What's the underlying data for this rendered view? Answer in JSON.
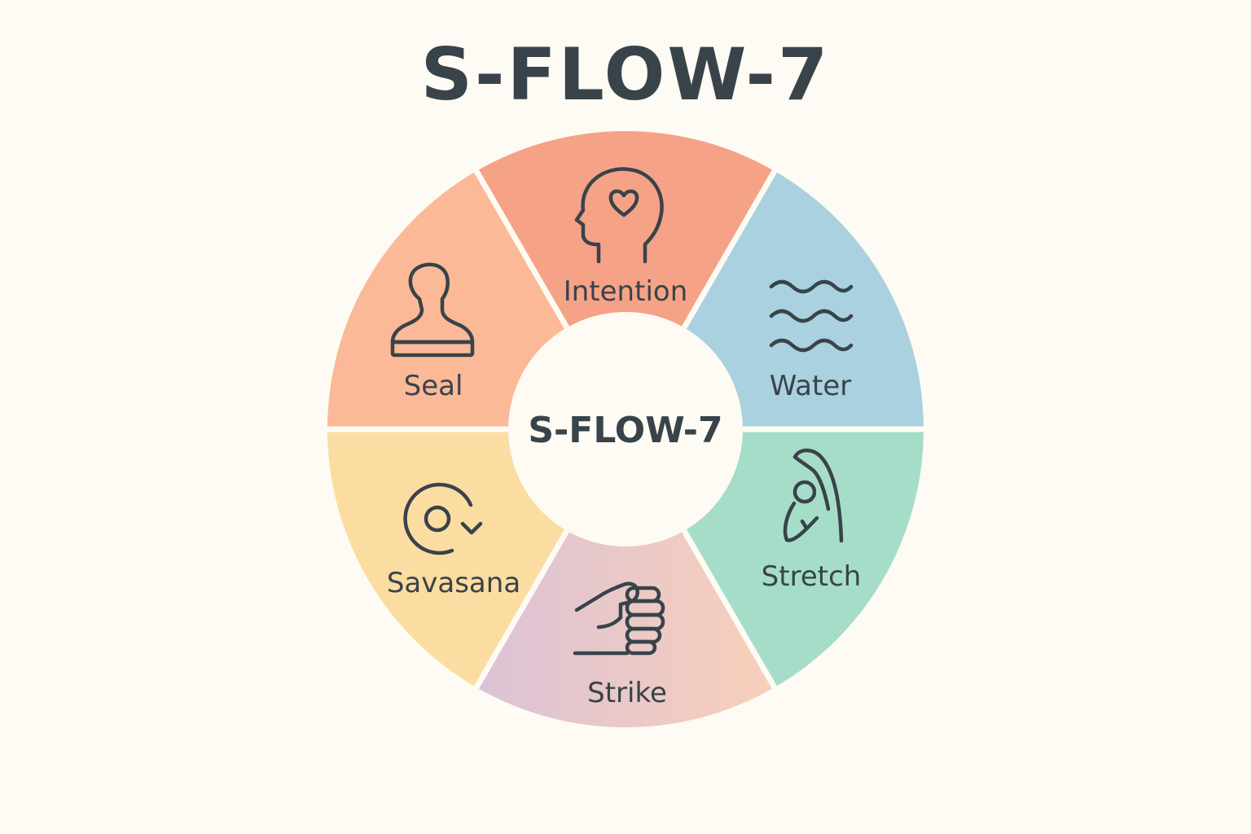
{
  "title": "S-FLOW-7",
  "hub_label": "S-FLOW-7",
  "segments": [
    {
      "label": "Intention",
      "icon": "head-heart-icon",
      "color": "#f6a287"
    },
    {
      "label": "Water",
      "icon": "waves-icon",
      "color": "#a9d1df"
    },
    {
      "label": "Stretch",
      "icon": "stretching-figure-icon",
      "color": "#a6ddc9"
    },
    {
      "label": "Strike",
      "icon": "fist-icon",
      "color_gradient": [
        "#dbc2d6",
        "#f8cfb9"
      ]
    },
    {
      "label": "Savasana",
      "icon": "circular-arrow-icon",
      "color": "#fbdda1"
    },
    {
      "label": "Seal",
      "icon": "stamp-icon",
      "color": "#fbb997"
    }
  ],
  "colors": {
    "background": "#fdfbf3",
    "text": "#38434a",
    "hub": "#fdfbf3"
  }
}
